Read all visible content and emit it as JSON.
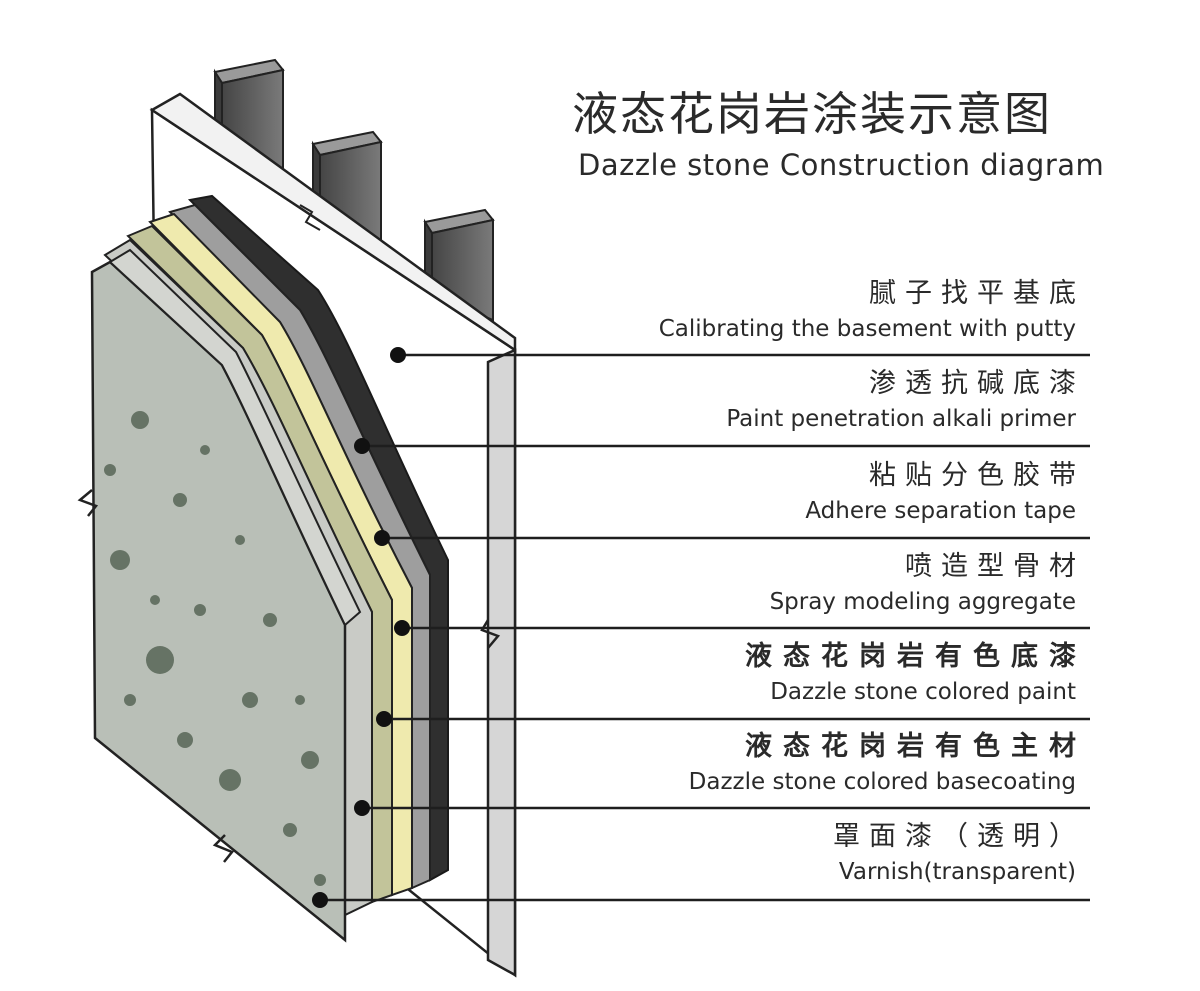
{
  "title": {
    "zh": "液态花岗岩涂装示意图",
    "en": "Dazzle stone Construction diagram"
  },
  "layers": [
    {
      "zh": "腻子找平基底",
      "en": "Calibrating the basement with putty"
    },
    {
      "zh": "渗透抗碱底漆",
      "en": "Paint penetration alkali primer"
    },
    {
      "zh": "粘贴分色胶带",
      "en": "Adhere separation tape"
    },
    {
      "zh": "喷造型骨材",
      "en": "Spray modeling aggregate"
    },
    {
      "zh": "液态花岗岩有色底漆",
      "en": "Dazzle stone colored paint"
    },
    {
      "zh": "液态花岗岩有色主材",
      "en": "Dazzle stone colored basecoating"
    },
    {
      "zh": "罩面漆（透明）",
      "en": "Varnish(transparent)"
    }
  ],
  "colors": {
    "stone": "#b9bfb7",
    "putty_gray": "#bcbcbc",
    "sage": "#c2c49a",
    "cream": "#efeaae",
    "dark_primer": "#2f2f2f",
    "wall": "#ffffff",
    "post": "#5a5a5a"
  }
}
